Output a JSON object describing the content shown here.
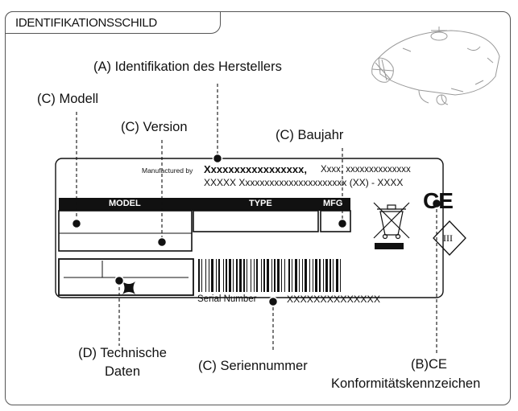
{
  "header": {
    "title": "IDENTIFIKATIONSSCHILD"
  },
  "callouts": {
    "manufacturer": "(A) Identifikation des Herstellers",
    "model": "(C) Modell",
    "version": "(C) Version",
    "year": "(C) Baujahr",
    "technical_line1": "(D) Technische",
    "technical_line2": "Daten",
    "serial": "(C) Seriennummer",
    "ce_line1": "(B)CE",
    "ce_line2": "Konformitätskennzeichen"
  },
  "plate": {
    "manufactured_by": "Manufactured by",
    "manufacturer_name": "Xxxxxxxxxxxxxxxxx,",
    "address_line1": "Xxxx, xxxxxxxxxxxxxx",
    "address_line2": "XXXXX Xxxxxxxxxxxxxxxxxxxxxx (XX) - XXXX",
    "col_model": "MODEL",
    "col_type": "TYPE",
    "col_mfg": "MFG",
    "serial_label": "Serial Number",
    "serial_value": "XXXXXXXXXXXXXX",
    "ce_mark": "CE",
    "class_mark": "III"
  },
  "colors": {
    "stroke": "#111111",
    "frame": "#555555",
    "background": "#ffffff"
  }
}
